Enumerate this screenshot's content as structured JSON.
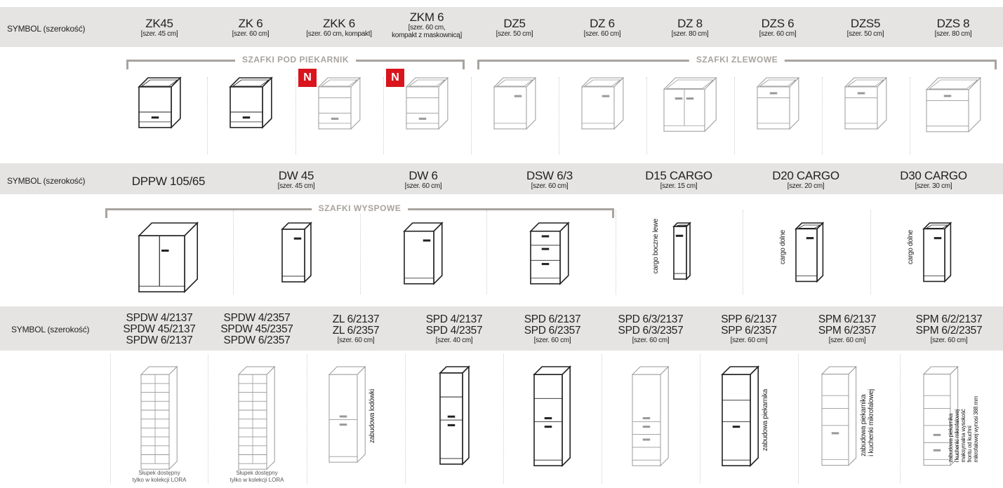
{
  "row1": {
    "label": "SYMBOL (szerokość)",
    "items": [
      {
        "symbol": "ZK45",
        "size": "[szer. 45 cm]",
        "icon": "oven-cabinet-icon"
      },
      {
        "symbol": "ZK 6",
        "size": "[szer. 60 cm]",
        "icon": "oven-cabinet-icon"
      },
      {
        "symbol": "ZKK 6",
        "size": "[szer. 60 cm, kompakt]",
        "icon": "compact-oven-cabinet-icon",
        "badge": "N"
      },
      {
        "symbol": "ZKM 6",
        "size": "[szer. 60 cm,",
        "size2": "kompakt z maskownicą]",
        "icon": "compact-oven-cabinet-icon",
        "badge": "N"
      },
      {
        "symbol": "DZ5",
        "size": "[szer. 50 cm]",
        "icon": "sink-cabinet-1door-icon"
      },
      {
        "symbol": "DZ 6",
        "size": "[szer. 60 cm]",
        "icon": "sink-cabinet-1door-icon"
      },
      {
        "symbol": "DZ 8",
        "size": "[szer. 80 cm]",
        "icon": "sink-cabinet-2door-icon"
      },
      {
        "symbol": "DZS 6",
        "size": "[szer. 60 cm]",
        "icon": "sink-cabinet-drawer-icon"
      },
      {
        "symbol": "DZS5",
        "size": "[szer. 50 cm]",
        "icon": "sink-cabinet-drawer-icon"
      },
      {
        "symbol": "DZS 8",
        "size": "[szer. 80 cm]",
        "icon": "sink-cabinet-drawer-icon"
      }
    ],
    "groups": [
      "SZAFKI POD PIEKARNIK",
      "SZAFKI ZLEWOWE"
    ]
  },
  "row2": {
    "label": "SYMBOL (szerokość)",
    "items": [
      {
        "symbol": "DPPW 105/65",
        "size": "",
        "icon": "corner-island-cabinet-icon"
      },
      {
        "symbol": "DW 45",
        "size": "[szer. 45 cm]",
        "icon": "base-cabinet-icon"
      },
      {
        "symbol": "DW 6",
        "size": "[szer. 60 cm]",
        "icon": "base-cabinet-icon"
      },
      {
        "symbol": "DSW 6/3",
        "size": "[szer. 60 cm]",
        "icon": "drawer-cabinet-icon"
      },
      {
        "symbol": "D15 CARGO",
        "size": "[szer. 15 cm]",
        "icon": "cargo-cabinet-icon",
        "note": "cargo boczne lewe"
      },
      {
        "symbol": "D20 CARGO",
        "size": "[szer. 20 cm]",
        "icon": "cargo-cabinet-icon",
        "note": "cargo dolne"
      },
      {
        "symbol": "D30 CARGO",
        "size": "[szer. 30 cm]",
        "icon": "cargo-cabinet-icon",
        "note": "cargo dolne"
      }
    ],
    "groups": [
      "SZAFKI WYSPOWE"
    ]
  },
  "row3": {
    "label": "SYMBOL (szerokość)",
    "items": [
      {
        "lines": [
          "SPDW 4/2137",
          "SPDW 45/2137",
          "SPDW 6/2137"
        ],
        "size": "",
        "icon": "glass-tall-cabinet-icon",
        "foot": [
          "Słupek dostępny",
          "tylko w kolekcji LORA"
        ]
      },
      {
        "lines": [
          "SPDW 4/2357",
          "SPDW 45/2357",
          "SPDW 6/2357"
        ],
        "size": "",
        "icon": "glass-tall-cabinet-icon",
        "foot": [
          "Słupek dostępny",
          "tylko w kolekcji LORA"
        ]
      },
      {
        "lines": [
          "ZL 6/2137",
          "ZL 6/2357"
        ],
        "size": "[szer. 60 cm]",
        "icon": "fridge-tall-cabinet-icon",
        "notes": [
          "zabudowa lodówki"
        ]
      },
      {
        "lines": [
          "SPD 4/2137",
          "SPD 4/2357"
        ],
        "size": "[szer. 40 cm]",
        "icon": "tall-cabinet-icon"
      },
      {
        "lines": [
          "SPD 6/2137",
          "SPD 6/2357"
        ],
        "size": "[szer. 60 cm]",
        "icon": "tall-cabinet-icon"
      },
      {
        "lines": [
          "SPD 6/3/2137",
          "SPD 6/3/2357"
        ],
        "size": "[szer. 60 cm]",
        "icon": "tall-drawer-cabinet-icon"
      },
      {
        "lines": [
          "SPP 6/2137",
          "SPP 6/2357"
        ],
        "size": "[szer. 60 cm]",
        "icon": "tall-oven-cabinet-icon",
        "notes": [
          "zabudowa piekarnika"
        ]
      },
      {
        "lines": [
          "SPM 6/2137",
          "SPM 6/2357"
        ],
        "size": "[szer. 60 cm]",
        "icon": "tall-oven-microwave-cabinet-icon",
        "notes": [
          "zabudowa piekarnika",
          "i kuchenki mikrofalowej"
        ]
      },
      {
        "lines": [
          "SPM 6/2/2137",
          "SPM 6/2/2357"
        ],
        "size": "[szer. 60 cm]",
        "icon": "tall-oven-microwave-drawer-cabinet-icon",
        "notes": [
          "zabudowa piekarnika",
          "i kuchenki mikrofalowej",
          "maksymalna wysokość",
          "frontu od kuchni",
          "mikrofalowej wynosi 388 mm"
        ]
      }
    ]
  }
}
